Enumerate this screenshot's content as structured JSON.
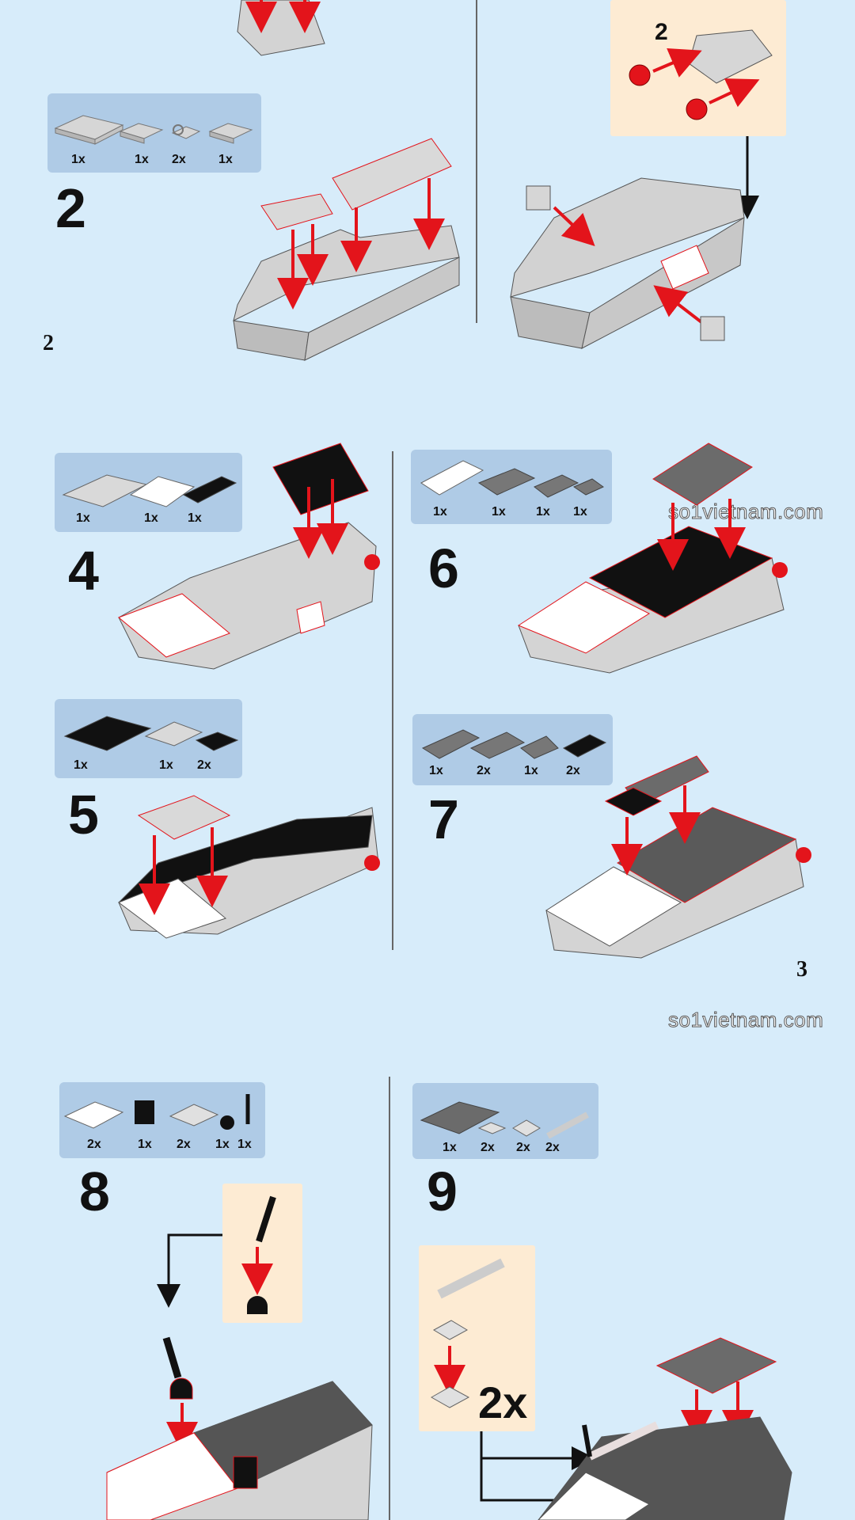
{
  "watermarks": [
    "so1vietnam.com",
    "so1vietnam.com"
  ],
  "page_numbers": [
    "2",
    "3"
  ],
  "steps": {
    "s2": {
      "number": "2",
      "qty": [
        "1x",
        "1x",
        "2x",
        "1x"
      ]
    },
    "s3_callout": {
      "number": "2"
    },
    "s4": {
      "number": "4",
      "qty": [
        "1x",
        "1x",
        "1x"
      ]
    },
    "s5": {
      "number": "5",
      "qty": [
        "1x",
        "1x",
        "2x"
      ]
    },
    "s6": {
      "number": "6",
      "qty": [
        "1x",
        "1x",
        "1x",
        "1x"
      ]
    },
    "s7": {
      "number": "7",
      "qty": [
        "1x",
        "2x",
        "1x",
        "2x"
      ]
    },
    "s8": {
      "number": "8",
      "qty": [
        "2x",
        "1x",
        "2x",
        "1x",
        "1x"
      ]
    },
    "s9": {
      "number": "9",
      "qty": [
        "1x",
        "2x",
        "2x",
        "2x"
      ],
      "callout_multiplier": "2x"
    }
  },
  "colors": {
    "background": "#d7ecfa",
    "parts_panel": "#afcbe6",
    "callout": "#fdebd3",
    "arrow": "#e3141b"
  },
  "icons": [
    "light-gray-brick-icon",
    "white-brick-icon",
    "black-brick-icon",
    "dark-gray-brick-icon",
    "red-stud-icon",
    "arrow-icon"
  ]
}
